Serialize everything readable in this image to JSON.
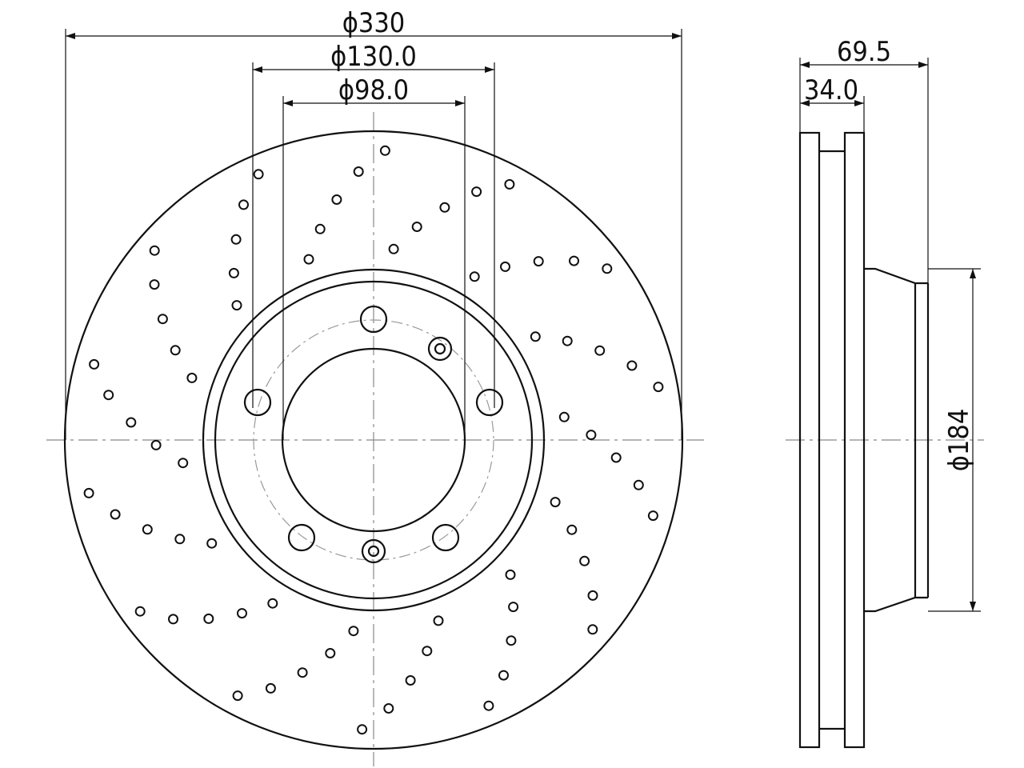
{
  "dimensions": {
    "outer_diameter": "ϕ330",
    "bolt_circle_diameter": "ϕ130.0",
    "center_bore_diameter": "ϕ98.0",
    "overall_height": "69.5",
    "disc_thickness": "34.0",
    "hat_diameter": "ϕ184"
  },
  "colors": {
    "line": "#111111",
    "centerline": "#888888",
    "background": "#ffffff"
  }
}
